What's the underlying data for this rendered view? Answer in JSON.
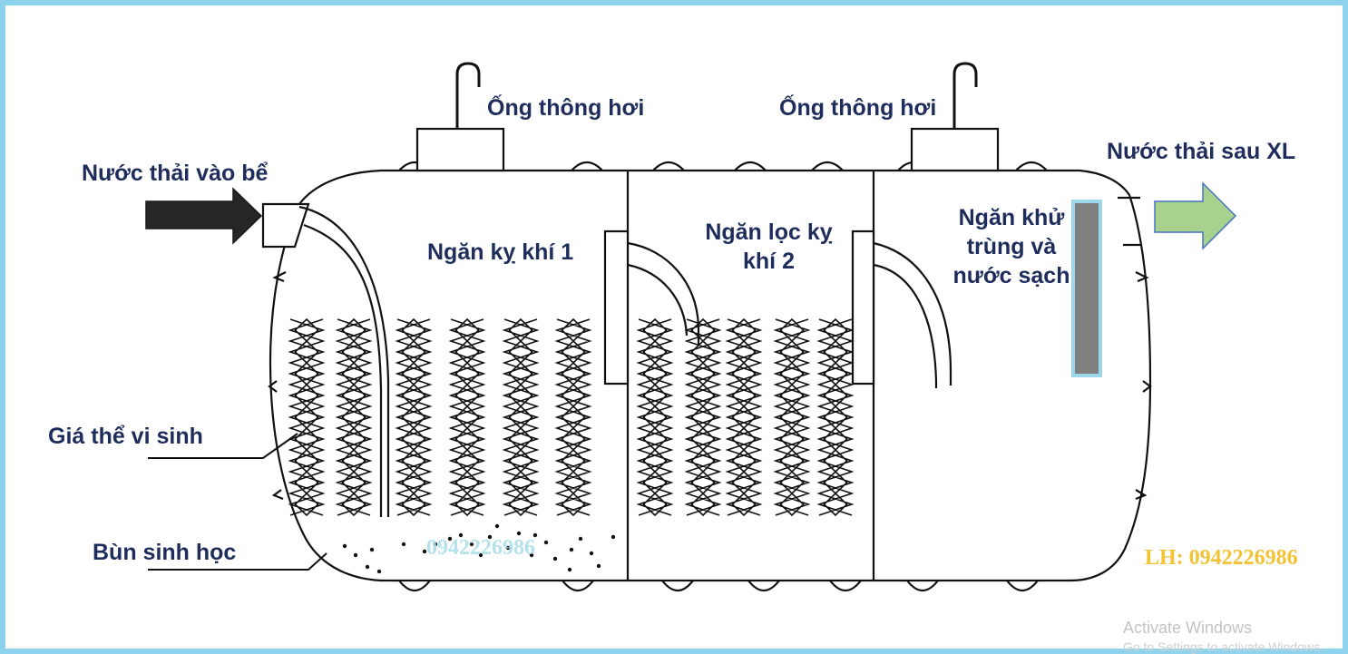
{
  "labels": {
    "vent_pipe_1": "Ống thông hơi",
    "vent_pipe_2": "Ống thông hơi",
    "inlet": "Nước thải vào bể",
    "outlet": "Nước thải sau XL",
    "chamber_1": "Ngăn kỵ khí 1",
    "chamber_2_line1": "Ngăn lọc kỵ",
    "chamber_2_line2": "khí 2",
    "chamber_3_line1": "Ngăn khử",
    "chamber_3_line2": "trùng và",
    "chamber_3_line3": "nước sạch",
    "bio_media": "Giá thể vi sinh",
    "bio_sludge": "Bùn sinh học"
  },
  "watermark_phone": "0942226986",
  "contact": "LH: 0942226986",
  "windows_notice": {
    "title": "Activate Windows",
    "subtitle": "Go to Settings to activate Windows."
  },
  "colors": {
    "label_text": "#1f2d5c",
    "inlet_arrow": "#262626",
    "outlet_arrow": "#a9d18e",
    "outlet_arrow_stroke": "#4472c4",
    "frame": "#8ed3ee",
    "disinfection_rod": "#7f7f7f",
    "disinfection_rod_border": "#9dd7ec",
    "contact_text": "#f3c235"
  }
}
